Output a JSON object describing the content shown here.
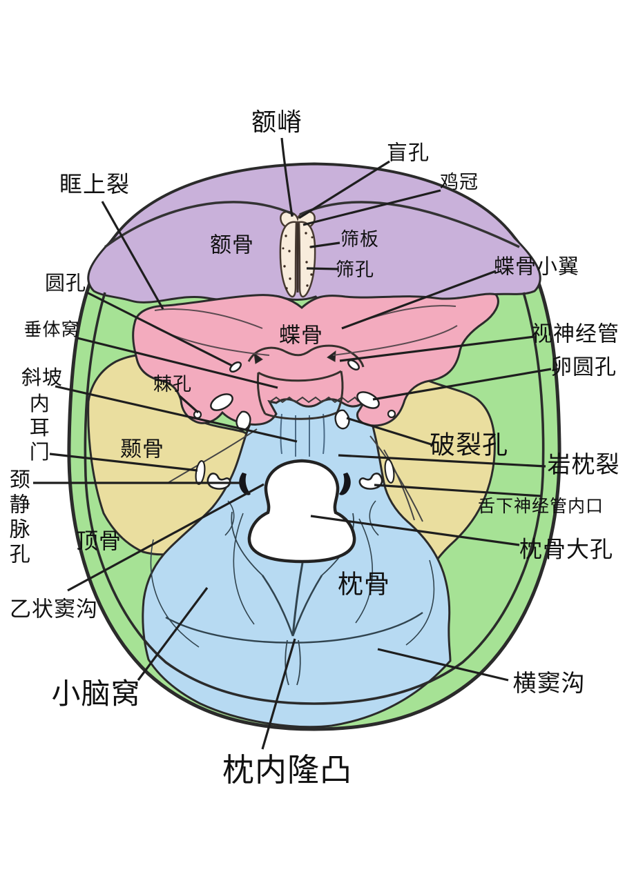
{
  "figure": {
    "type": "anatomical-diagram",
    "subject_labels_language": "zh"
  },
  "colors": {
    "frontal_bone": "#c9b1da",
    "sphenoid_bone": "#f3abbe",
    "temporal_bone": "#eade9f",
    "parietal_bone": "#a6e295",
    "occipital_bone": "#b7daf2",
    "ethmoid_cream": "#f8ecdc",
    "outline": "#2b2b2b",
    "label_text": "#111111"
  },
  "regions": [
    {
      "name": "额骨",
      "color": "#c9b1da"
    },
    {
      "name": "蝶骨",
      "color": "#f3abbe"
    },
    {
      "name": "颞骨",
      "color": "#eade9f"
    },
    {
      "name": "顶骨",
      "color": "#a6e295"
    },
    {
      "name": "枕骨",
      "color": "#b7daf2"
    }
  ],
  "labels": {
    "frontal_crest": {
      "text": "额嵴"
    },
    "foramen_cecum": {
      "text": "盲孔"
    },
    "crista_galli": {
      "text": "鸡冠"
    },
    "superior_orbital_fissure": {
      "text": "眶上裂"
    },
    "cribriform_plate": {
      "text": "筛板"
    },
    "cribriform_foramina": {
      "text": "筛孔"
    },
    "lesser_wing_sphenoid": {
      "text": "蝶骨小翼"
    },
    "frontal_bone": {
      "text": "额骨"
    },
    "foramen_rotundum": {
      "text": "圆孔"
    },
    "hypophyseal_fossa": {
      "text": "垂体窝"
    },
    "optic_canal": {
      "text": "视神经管"
    },
    "sphenoid_bone": {
      "text": "蝶骨"
    },
    "foramen_ovale": {
      "text": "卵圆孔"
    },
    "clivus": {
      "text": "斜坡"
    },
    "foramen_spinosum": {
      "text": "棘孔"
    },
    "internal_acoustic_meatus": {
      "text": "内耳门"
    },
    "temporal_bone": {
      "text": "颞骨"
    },
    "foramen_lacerum": {
      "text": "破裂孔"
    },
    "petro_occipital_fissure": {
      "text": "岩枕裂"
    },
    "hypoglossal_canal": {
      "text": "舌下神经管内口"
    },
    "jugular_foramen": {
      "text": "颈静脉孔"
    },
    "parietal_bone": {
      "text": "顶骨"
    },
    "foramen_magnum": {
      "text": "枕骨大孔"
    },
    "sigmoid_sinus_groove": {
      "text": "乙状窦沟"
    },
    "occipital_bone": {
      "text": "枕骨"
    },
    "cerebellar_fossa": {
      "text": "小脑窝"
    },
    "transverse_sinus_groove": {
      "text": "横窦沟"
    },
    "internal_occipital_protuberance": {
      "text": "枕内隆凸"
    }
  }
}
